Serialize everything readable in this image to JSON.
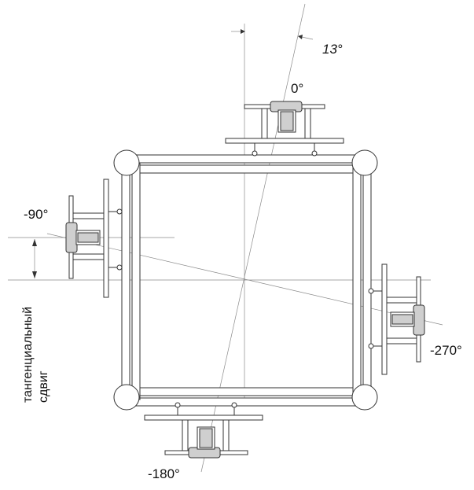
{
  "labels": {
    "angle_0": "0°",
    "angle_neg90": "-90°",
    "angle_neg180": "-180°",
    "angle_neg270": "-270°",
    "rotation": "13°",
    "shift_line1": "тангенциальный",
    "shift_line2": "сдвиг"
  }
}
